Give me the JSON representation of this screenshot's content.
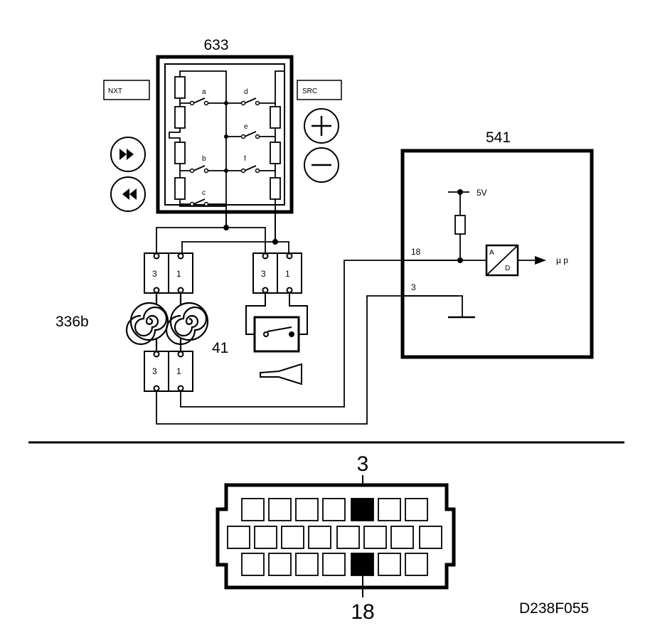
{
  "labels": {
    "switch_module": "633",
    "ecu": "541",
    "rotary_connector": "336b",
    "horn_assembly": "41",
    "reference": "D238F055"
  },
  "buttons": {
    "next": "NXT",
    "source": "SRC"
  },
  "switches": [
    "a",
    "b",
    "c",
    "d",
    "e",
    "f"
  ],
  "connector_pins": {
    "left_top": [
      "3",
      "1"
    ],
    "right_top": [
      "3",
      "1"
    ],
    "left_bottom": [
      "3",
      "1"
    ]
  },
  "ecu": {
    "supply": "5V",
    "pin_signal": "18",
    "pin_ground": "3",
    "converter_in": "A",
    "converter_out": "D",
    "output": "µ p"
  },
  "harness_connector": {
    "top_pin": "3",
    "bottom_pin": "18"
  },
  "colors": {
    "ink": "#000000",
    "background": "#ffffff"
  }
}
